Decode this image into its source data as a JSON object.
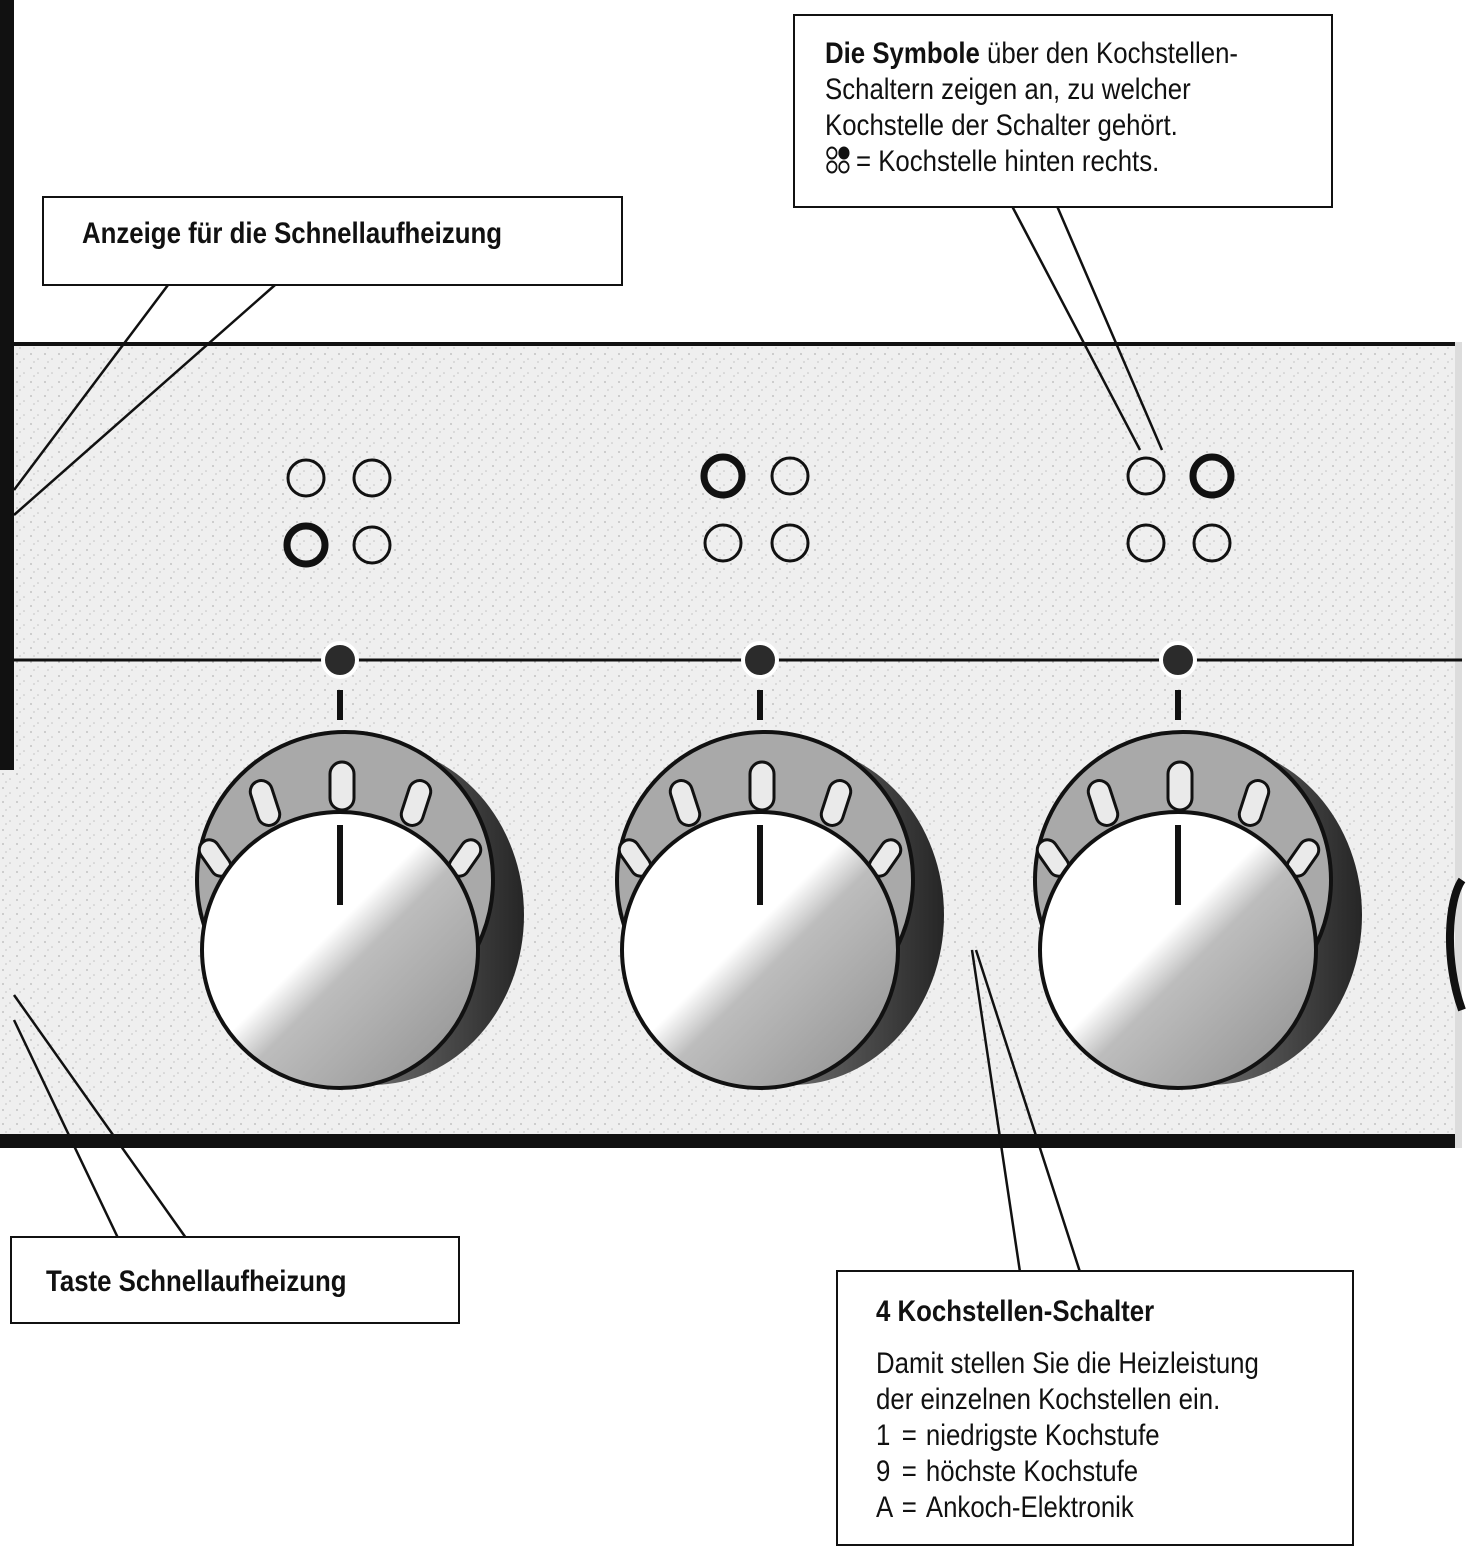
{
  "callouts": {
    "symbols": {
      "title_bold": "Die Symbole",
      "line1_rest": " über den Kochstellen-",
      "line2": "Schaltern zeigen an, zu welcher",
      "line3": "Kochstelle der Schalter gehört.",
      "line4_text": "= Kochstelle hinten rechts."
    },
    "indicator": {
      "label": "Anzeige für die Schnellaufheizung"
    },
    "button": {
      "label": "Taste Schnellaufheizung"
    },
    "switches": {
      "heading": "4 Kochstellen-Schalter",
      "line1": "Damit stellen Sie die Heizleistung",
      "line2": "der einzelnen Kochstellen ein.",
      "legend": [
        {
          "key": "1",
          "eq": "=",
          "text": "niedrigste Kochstufe"
        },
        {
          "key": "9",
          "eq": "=",
          "text": "höchste Kochstufe"
        },
        {
          "key": "A",
          "eq": "=",
          "text": "Ankoch-Elektronik"
        }
      ]
    }
  },
  "colors": {
    "ink": "#111111",
    "panel": "#ececec",
    "knob_shadow": "#3a3a3a"
  },
  "knobs": [
    {
      "active_burner": "front-left"
    },
    {
      "active_burner": "rear-left"
    },
    {
      "active_burner": "rear-right"
    }
  ]
}
